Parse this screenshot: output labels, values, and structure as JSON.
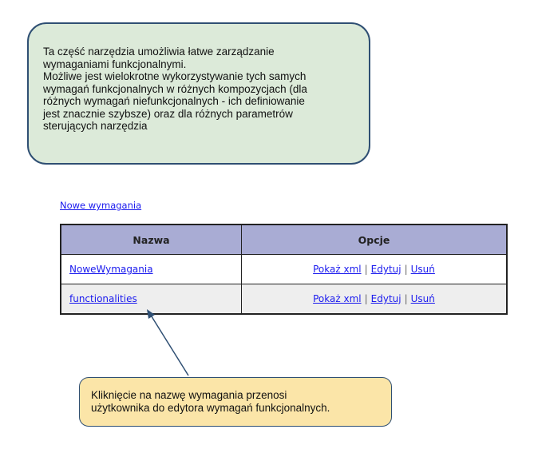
{
  "callout_top": {
    "lines": [
      "Ta część narzędzia umożliwia łatwe zarządzanie",
      "wymaganiami funkcjonalnymi.",
      "Możliwe jest wielokrotne wykorzystywanie tych samych",
      "wymagań funkcjonalnych w różnych kompozycjach (dla",
      "różnych wymagań niefunkcjonalnych - ich definiowanie",
      "jest znacznie szybsze) oraz dla różnych parametrów",
      "sterujących narzędzia"
    ]
  },
  "new_requirements_link": "Nowe wymagania",
  "table": {
    "headers": [
      "Nazwa",
      "Opcje"
    ],
    "rows": [
      {
        "name": "NoweWymagania",
        "options": [
          "Pokaż xml",
          "Edytuj",
          "Usuń"
        ]
      },
      {
        "name": "functionalities",
        "options": [
          "Pokaż xml",
          "Edytuj",
          "Usuń"
        ]
      }
    ],
    "separator": "|"
  },
  "callout_bottom": {
    "lines": [
      "Kliknięcie na nazwę wymagania przenosi",
      "użytkownika do edytora wymagań funkcjonalnych."
    ]
  },
  "colors": {
    "callout_top_bg": "#dcead9",
    "callout_bottom_bg": "#fbe5a8",
    "callout_border": "#2f4f73",
    "table_header_bg": "#a9acd4",
    "link": "#1a1aee"
  }
}
